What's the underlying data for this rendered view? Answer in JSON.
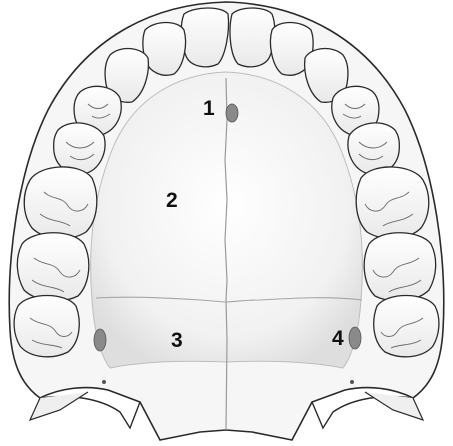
{
  "diagram": {
    "labels": [
      "1",
      "2",
      "3",
      "4"
    ],
    "colors": {
      "outline": "#2a2a2a",
      "bone_fill": "#f4f4f4",
      "tooth_fill": "#fafafa",
      "shadow": "#d9d9d9",
      "foramen": "#8a8a8a"
    }
  }
}
